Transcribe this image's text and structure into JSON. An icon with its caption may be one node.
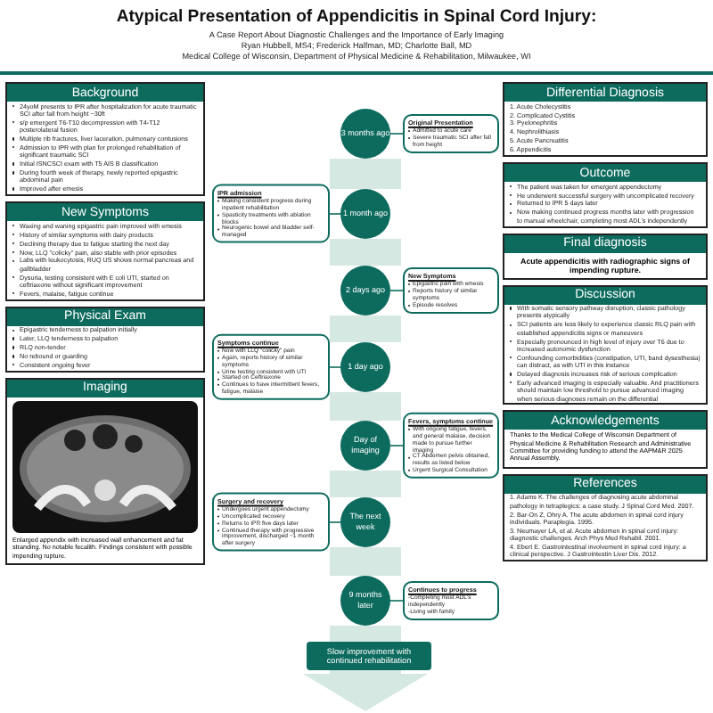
{
  "diagram": {
    "title": "Atypical Presentation of Appendicitis in Spinal Cord Injury:",
    "nodes": [
      {
        "text": [
          "Background",
          "24yoM presents to IPR after hospitalization for acute traumatic SCI after fall from height ~30ft",
          "s/p emergent T6-T10 decompression with T4-T12 posterolateral fusion",
          "Multiple rib fractures, liver laceration, pulmonary contusions",
          "Admission to IPR with plan for prolonged rehabilitation of significant traumatic SCI",
          "Initial ISNCSCI exam with T5 AIS B classification",
          "During fourth week of therapy, newly reported epigastric abdominal pain",
          "Improved after emesis"
        ]
      },
      {
        "text": [
          "New Symptoms",
          "Waxing and waning epigastric pain improved with emesis",
          "History of similar symptoms with dairy products",
          "Declining therapy due to fatigue starting the next day",
          "Now, LLQ \"colicky\" pain, also stable with prior episodes",
          "Labs with leukocytosis, RUQ US shows normal pancreas and gallbladder",
          "Dysuria, testing consistent with E coli UTI, started on ceftriaxone without significant improvement",
          "Fevers, malaise, fatigue continue"
        ]
      },
      {
        "text": [
          "Physical Exam",
          "Epigastric tenderness to palpation initially",
          "Later, LLQ tenderness to palpation",
          "RLQ non-tender",
          "No rebound or guarding",
          "Consistent ongoing fever"
        ]
      },
      {
        "text": [
          "Imaging",
          "Enlarged appendix with increased wall enhancement and fat stranding. No notable fecalith. Findings consistent with possible impending rupture."
        ]
      },
      {
        "text": [],
        "shape": "picture",
        "in": 3
      },
      {
        "text": [
          "3 months ago"
        ]
      },
      {
        "text": [
          "Original Presentation",
          "Admitted to acute care",
          "Severe traumatic SCI after fall from height"
        ]
      },
      {
        "text": [
          "1 month ago"
        ]
      },
      {
        "text": [
          "IPR admission",
          "Making consistent progress during inpatient rehabilitation",
          "Spasticity treatments with ablation blocks",
          "Neurogenic bowel and bladder self-managed"
        ]
      },
      {
        "text": [
          "2 days ago"
        ]
      },
      {
        "text": [
          "New Symptoms",
          "Epigastric pain with emesis",
          "Reports history of similar symptoms",
          "Episode resolves"
        ]
      },
      {
        "text": [
          "1 day ago"
        ]
      },
      {
        "text": [
          "Symptoms continue",
          "Now with LLQ \"colicky\" pain",
          "Again, reports history of similar symptoms",
          "Urine testing consistent with UTI",
          "Started on Ceftriaxone",
          "Continues to have intermittent fevers, fatigue, malaise"
        ]
      },
      {
        "text": [
          "Day of imaging"
        ]
      },
      {
        "text": [
          "Fevers, symptoms continue",
          "With ongoing fatigue, fevers, and general malaise, decision made to pursue further imaging",
          "CT Abdomen pelvis obtained, results as listed below",
          "Urgent Surgical Consultation"
        ]
      },
      {
        "text": [
          "The next week"
        ]
      },
      {
        "text": [
          "Surgery and recovery",
          "Undergoes urgent appendectomy",
          "Uncomplicated recovery",
          "Returns to IPR five days later",
          "Continued therapy with progressive improvement, discharged ~1 month after surgery"
        ]
      },
      {
        "text": [
          "9 months later"
        ]
      },
      {
        "text": [
          "Continues to progress",
          "-Completing most ADL's independently",
          "-Living with family"
        ]
      },
      {
        "text": [
          "Slow improvement with continued rehabilitation"
        ]
      },
      {
        "text": [
          "Differential Diagnosis",
          "1. Acute Cholecystitis",
          "2. Complicated Cystitis",
          "3. Pyelonephritis",
          "4. Nephrolithiasis",
          "5. Acute Pancreatitis",
          "6. Appendicitis"
        ]
      },
      {
        "text": [
          "Outcome",
          "The patient was taken for emergent appendectomy",
          "He underwent successful surgery with uncomplicated recovery",
          "Returned to IPR 5 days later",
          "Now making continued progress months later with progression to manual wheelchair, completing most ADL's independently"
        ]
      },
      {
        "text": [
          "Final diagnosis",
          "Acute appendicitis with radiographic signs of impending rupture."
        ]
      },
      {
        "text": [
          "Discussion",
          "With somatic sensory pathway disruption, classic pathology presents atypically",
          "SCI patients are less likely to experience classic RLQ pain with established appendicitis signs or maneuvers",
          "Especially pronounced in high level of injury over T6 due to increased autonomic dysfunction",
          "Confounding comorbidities (constipation, UTI, band dysesthesia) can distract, as with UTI in this instance",
          "Delayed diagnosis increases risk of serious complication",
          "Early advanced imaging is especially valuable. And practitioners should maintain low threshold to pursue advanced imaging when serious diagnoses remain on the differential"
        ]
      },
      {
        "text": [
          "Acknowledgements",
          "Thanks to the Medical College of Wisconsin Department of Physical Medicine & Rehabilitation Research and Administrative Committee for providing funding to attend the AAPM&R 2025 Annual Assembly."
        ]
      },
      {
        "text": [
          "References",
          "1. Adams K. The challenges of diagnosing acute abdominal pathology in tetraplegics: a case study. J Spinal Cord Med. 2007.",
          "2. Bar-On Z, Ohry A. The acute abdomen in spinal cord injury individuals. Paraplegia. 1995.",
          "3. Neumayer LA, et al. Acute abdomen in spinal cord injury: diagnostic challenges. Arch Phys Med Rehabil. 2001.",
          "4. Ebert E. Gastrointestinal involvement in spinal cord injury: a clinical perspective. J Gastrointestin Liver Dis. 2012."
        ]
      }
    ],
    "edges": [
      {
        "from": 5,
        "to": 6,
        "arrow": "none"
      },
      {
        "from": 7,
        "to": 8,
        "arrow": "none"
      },
      {
        "from": 9,
        "to": 10,
        "arrow": "none"
      },
      {
        "from": 11,
        "to": 12,
        "arrow": "none"
      },
      {
        "from": 13,
        "to": 14,
        "arrow": "none"
      },
      {
        "from": 15,
        "to": 16,
        "arrow": "none"
      },
      {
        "from": 17,
        "to": 18,
        "arrow": "none"
      },
      {
        "from": 5,
        "to": 7,
        "arrow": "none",
        "color": "#d5e8e2"
      },
      {
        "from": 7,
        "to": 9,
        "arrow": "none",
        "color": "#d5e8e2"
      },
      {
        "from": 9,
        "to": 11,
        "arrow": "none",
        "color": "#d5e8e2"
      },
      {
        "from": 11,
        "to": 13,
        "arrow": "none",
        "color": "#d5e8e2"
      },
      {
        "from": 13,
        "to": 15,
        "arrow": "none",
        "color": "#d5e8e2"
      },
      {
        "from": 15,
        "to": 17,
        "arrow": "none",
        "color": "#d5e8e2"
      },
      {
        "from": 17,
        "to": 19,
        "arrow": "none",
        "color": "#d5e8e2"
      },
      {
        "from": 19,
        "to": null,
        "arrow": "to",
        "color": "#d5e8e2"
      }
    ],
    "labels": [
      "A Case Report About Diagnostic Challenges and the Importance of Early Imaging",
      "Ryan Hubbell, MS4; Frederick Halfman, MD; Charlotte Ball, MD",
      "Medical College of Wisconsin, Department of Physical Medicine & Rehabilitation, Milwaukee, WI"
    ]
  }
}
